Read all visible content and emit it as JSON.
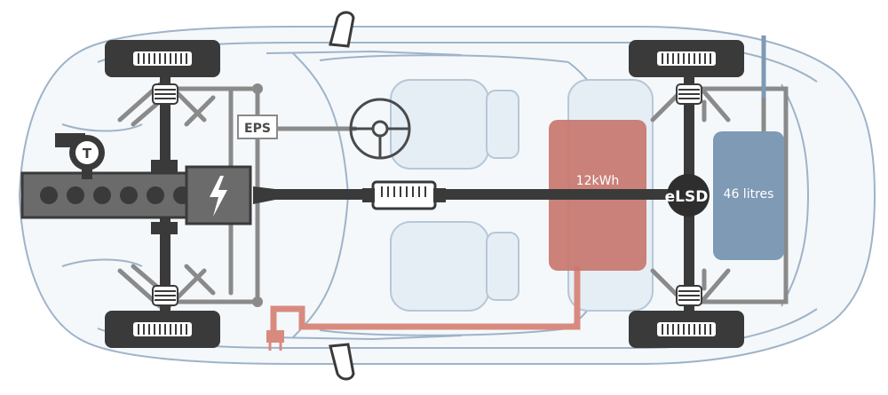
{
  "labels": {
    "turbo": "T",
    "steering": "EPS",
    "battery": "12kWh",
    "differential": "eLSD",
    "fuel_tank": "46 litres"
  },
  "colors": {
    "outline": "#9fb3c8",
    "drivetrain": "#3a3a3a",
    "linkage": "#8a8a8a",
    "battery": "#c8776e",
    "cable": "#d98a7f",
    "fuel_tank": "#7e9ab4",
    "seat": "#e6eef5"
  },
  "icons": {
    "engine": "engine-cylinders-icon",
    "motor": "lightning-bolt-icon",
    "turbo": "turbocharger-icon"
  }
}
